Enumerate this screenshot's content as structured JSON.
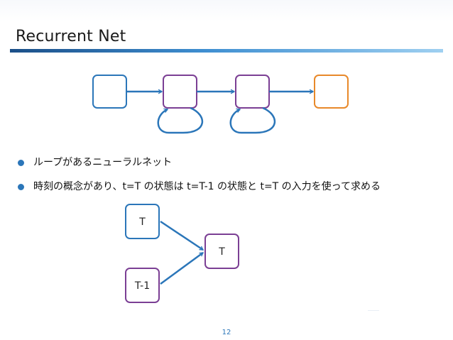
{
  "slide": {
    "title": "Recurrent Net",
    "page_number": "12"
  },
  "bullets": [
    "ループがあるニューラルネット",
    "時刻の概念があり、t=T の状態は t=T-1 の状態と t=T の入力を使って求める"
  ],
  "diagram_top": {
    "nodes": [
      {
        "role": "input",
        "color": "#2b76b9"
      },
      {
        "role": "hidden",
        "color": "#7b3f94"
      },
      {
        "role": "hidden",
        "color": "#7b3f94"
      },
      {
        "role": "output",
        "color": "#e8892a"
      }
    ],
    "arrow_color": "#2b76b9"
  },
  "diagram_bottom": {
    "nodes": {
      "input_t": {
        "label": "T",
        "color": "#2b76b9"
      },
      "state_prev": {
        "label": "T-1",
        "color": "#7b3f94"
      },
      "state_t": {
        "label": "T",
        "color": "#7b3f94"
      }
    },
    "arrow_color": "#2b76b9"
  }
}
